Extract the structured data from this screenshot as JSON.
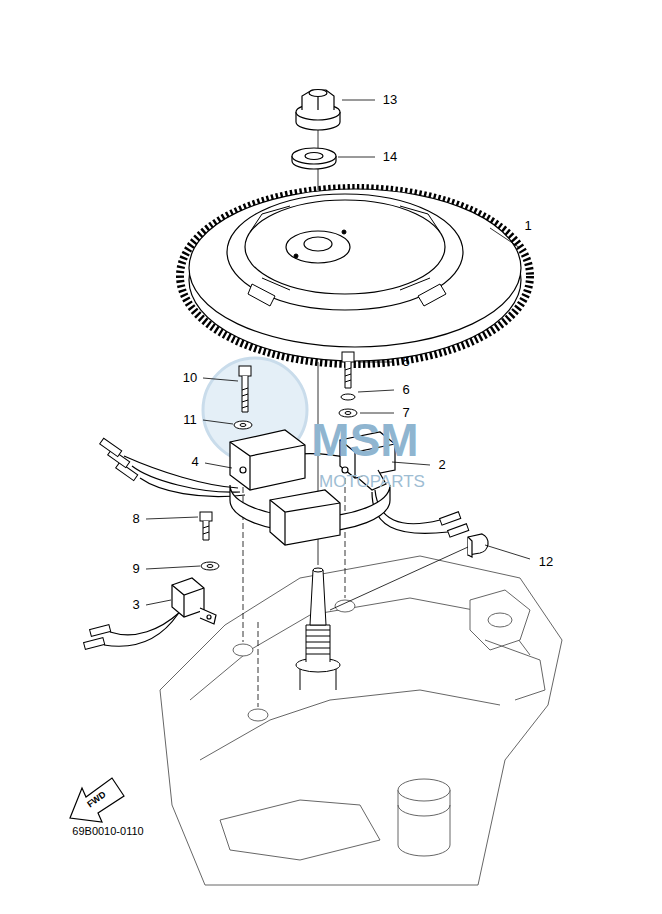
{
  "diagram": {
    "labels": [
      "13",
      "14",
      "1",
      "10",
      "5",
      "6",
      "11",
      "7",
      "4",
      "2",
      "8",
      "9",
      "3",
      "12",
      "MSM",
      "MOTOPARTS",
      "FWD",
      "69B0010-0110"
    ]
  }
}
